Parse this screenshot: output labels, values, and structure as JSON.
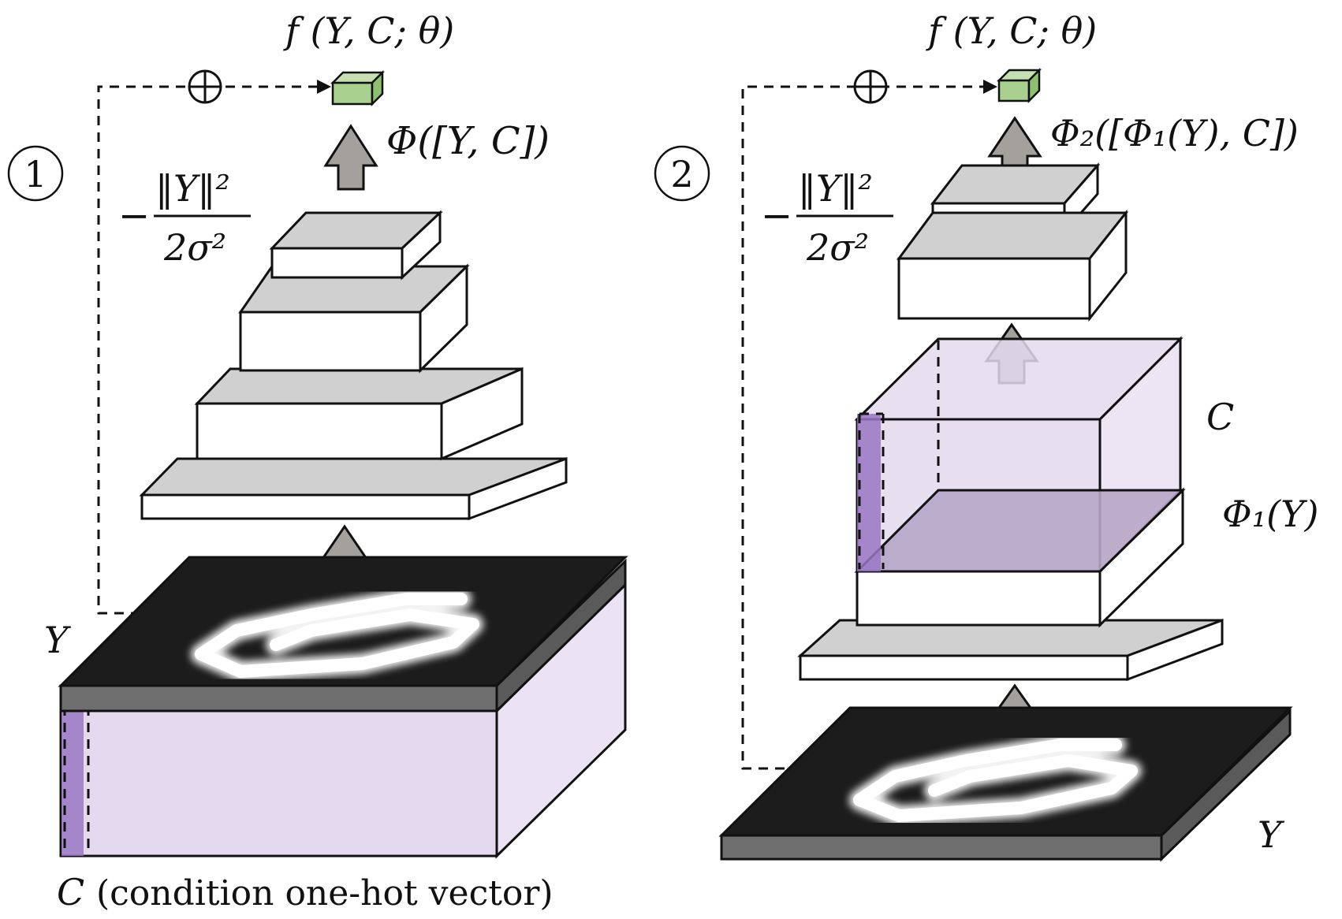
{
  "panel1": {
    "number": "①",
    "output_label": "f (Y, C; θ)",
    "network_label": "Φ([Y, C])",
    "norm_numerator": "‖Y‖²",
    "norm_denominator": "2σ²",
    "minus": "−",
    "oplus": "⊕",
    "input_label": "Y",
    "condition_symbol": "C",
    "condition_text": "(condition one-hot vector)"
  },
  "panel2": {
    "number": "②",
    "output_label": "f (Y, C; θ)",
    "network_label": "Φ₂([Φ₁(Y), C])",
    "norm_numerator": "‖Y‖²",
    "norm_denominator": "2σ²",
    "minus": "−",
    "oplus": "⊕",
    "c_label": "C",
    "phi1_label": "Φ₁(Y)",
    "input_label": "Y"
  },
  "colors": {
    "layer_top": "#d0d0d0",
    "layer_front": "#ffffff",
    "condition_purple": "#e4d9ee",
    "onehot_purple": "#9a77c4",
    "image_black": "#1c1c1c",
    "image_side": "#6e6e6e",
    "output_green": "#a9d08e",
    "arrow_gray": "#a4a09c"
  }
}
